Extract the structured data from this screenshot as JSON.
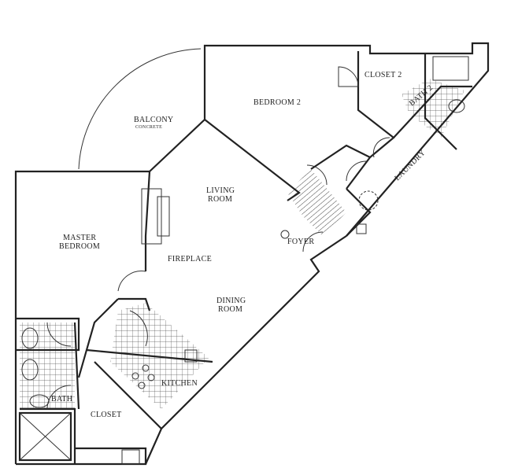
{
  "rooms": {
    "balcony": "BALCONY",
    "balcony_sub": "CONCRETE",
    "bedroom2": "BEDROOM 2",
    "closet2": "CLOSET 2",
    "bath2": "BATH 2",
    "laundry": "LAUNDRY",
    "living_1": "LIVING",
    "living_2": "ROOM",
    "master_1": "MASTER",
    "master_2": "BEDROOM",
    "fireplace": "FIREPLACE",
    "foyer": "FOYER",
    "dining_1": "DINING",
    "dining_2": "ROOM",
    "kitchen": "KITCHEN",
    "bath": "BATH",
    "closet": "CLOSET"
  },
  "colors": {
    "line": "#222222",
    "background": "#ffffff"
  }
}
